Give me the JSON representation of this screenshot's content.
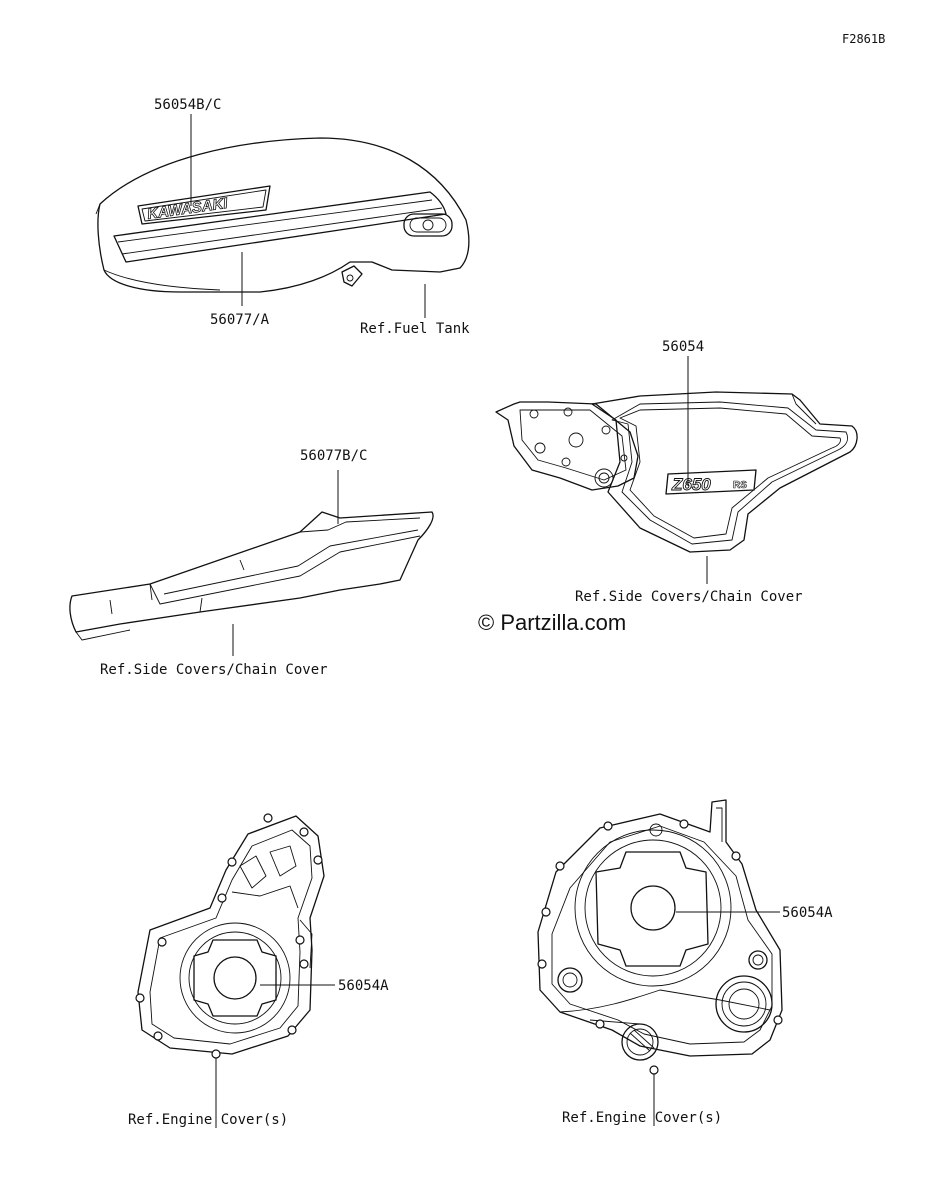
{
  "diagram": {
    "figure_id": "F2861B",
    "watermark": "© Partzilla.com",
    "labels": {
      "tank_emblem": "56054B/C",
      "tank_stripe": "56077/A",
      "ref_fuel_tank": "Ref.Fuel Tank",
      "tail_stripe": "56077B/C",
      "ref_side_left": "Ref.Side Covers/Chain Cover",
      "side_emblem": "56054",
      "ref_side_right": "Ref.Side Covers/Chain Cover",
      "engine_emblem_left": "56054A",
      "ref_engine_left": "Ref.Engine Cover(s)",
      "engine_emblem_right": "56054A",
      "ref_engine_right": "Ref.Engine Cover(s)"
    },
    "decal_text": {
      "kawasaki": "KAWASAKI",
      "z650": "Z650",
      "rs": "RS"
    }
  }
}
